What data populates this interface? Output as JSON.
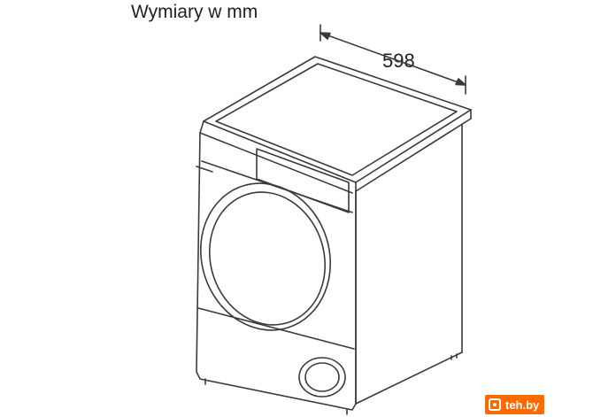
{
  "title": "Wymiary w mm",
  "dimensions": {
    "width_label": "598"
  },
  "watermark": {
    "text": "teh.by",
    "icon": "washing-machine-icon",
    "color": "#ff6a00"
  },
  "colors": {
    "line": "#3a3a3a"
  }
}
